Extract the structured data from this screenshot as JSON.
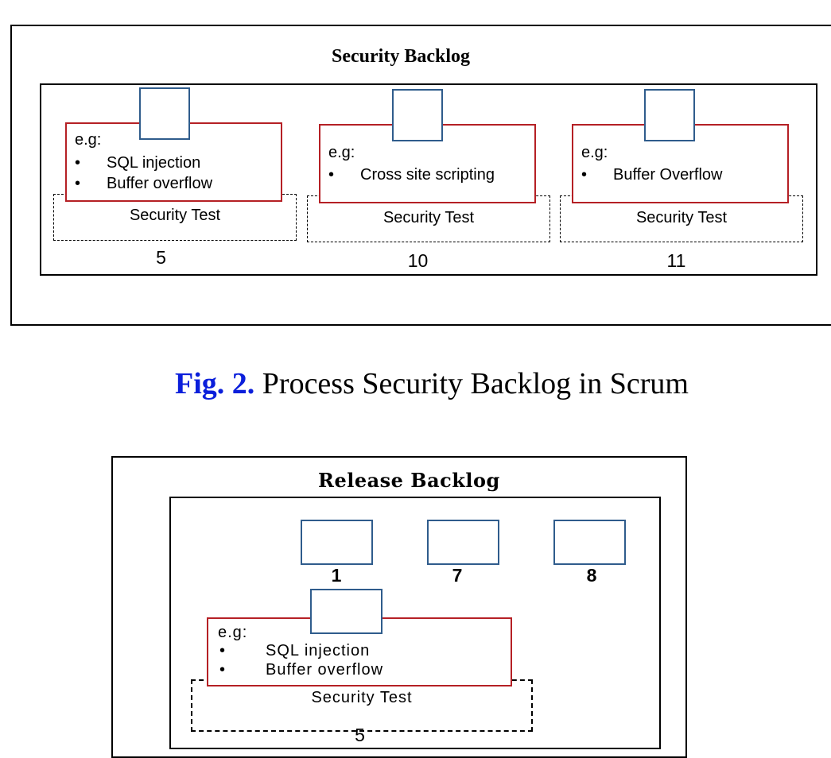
{
  "security_backlog": {
    "title": "Security Backlog",
    "items": [
      {
        "eg": "e.g:",
        "bullets": [
          "SQL injection",
          "Buffer overflow"
        ],
        "label": "Security Test",
        "number": "5"
      },
      {
        "eg": "e.g:",
        "bullets": [
          "Cross site scripting"
        ],
        "label": "Security Test",
        "number": "10"
      },
      {
        "eg": "e.g:",
        "bullets": [
          "Buffer Overflow"
        ],
        "label": "Security Test",
        "number": "11"
      }
    ]
  },
  "caption": {
    "prefix": "Fig. 2.",
    "text": " Process Security Backlog in Scrum"
  },
  "release_backlog": {
    "title": "Release Backlog",
    "stories": [
      {
        "number": "1"
      },
      {
        "number": "7"
      },
      {
        "number": "8"
      }
    ],
    "item": {
      "eg": "e.g:",
      "bullets": [
        "SQL injection",
        "Buffer overflow"
      ],
      "label": "Security Test",
      "number": "5"
    }
  },
  "colors": {
    "red_border": "#b52025",
    "blue_border": "#2f5c8c",
    "caption_prefix": "#0b1fdb"
  }
}
